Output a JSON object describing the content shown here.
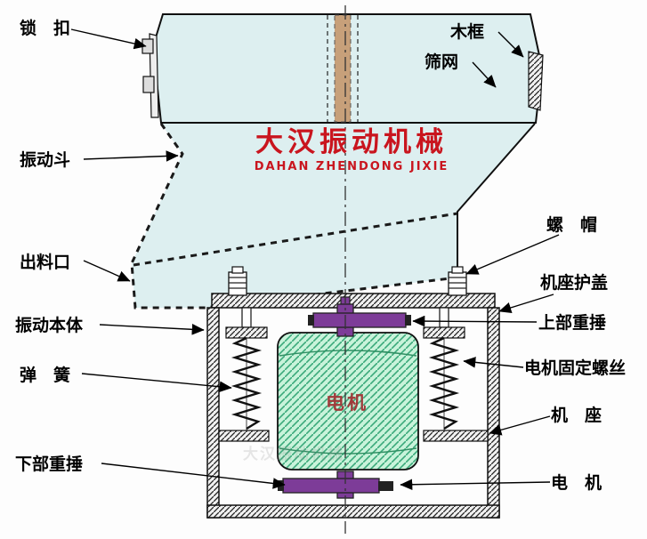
{
  "brand": {
    "cn": "大汉振动机械",
    "en": "DAHAN ZHENDONG JIXIE"
  },
  "labels": {
    "lock": "锁　扣",
    "wood_frame": "木框",
    "sieve_mesh": "筛网",
    "vibration_hopper": "振动斗",
    "discharge_outlet": "出料口",
    "vibration_body": "振动本体",
    "spring": "弹　簧",
    "lower_hammer": "下部重捶",
    "nut": "螺　帽",
    "base_cover": "机座护盖",
    "upper_hammer": "上部重捶",
    "motor_fixing_screw": "电机固定螺丝",
    "machine_base": "机　座",
    "motor": "电　机",
    "motor_tag": "电机"
  },
  "colors": {
    "brand_red": "#c9151e",
    "body_cyan": "#ddeff0",
    "wood_tan": "#c7a07a",
    "motor_green": "#c8f3da",
    "hammer_purple": "#7d3c98"
  }
}
